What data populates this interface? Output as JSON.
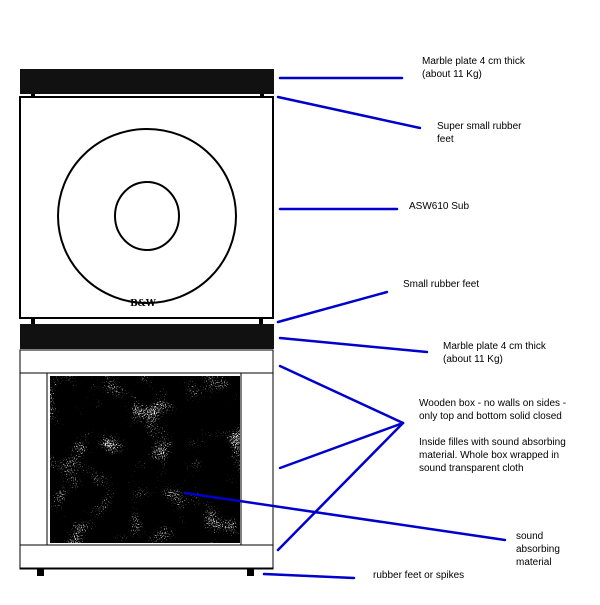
{
  "colors": {
    "leader": "#0000cc",
    "outline": "#000000",
    "marble": "#111111",
    "background": "#ffffff"
  },
  "brand_logo": "B&W",
  "labels": {
    "marble_top": [
      "Marble plate 4 cm thick",
      "(about 11 Kg)"
    ],
    "super_small_feet": [
      "Super small rubber",
      "feet"
    ],
    "sub": [
      "ASW610 Sub"
    ],
    "small_feet": [
      "Small rubber feet"
    ],
    "marble_bottom": [
      "Marble plate 4 cm thick",
      "(about 11 Kg)"
    ],
    "wooden_box": [
      "Wooden box - no walls on sides -",
      "only top and bottom solid closed",
      "",
      "Inside filles with sound absorbing",
      "material. Whole box wrapped in",
      "sound transparent cloth"
    ],
    "sound_absorbing": [
      "sound",
      "absorbing",
      "material"
    ],
    "rubber_spikes": [
      "rubber feet or spikes"
    ]
  }
}
